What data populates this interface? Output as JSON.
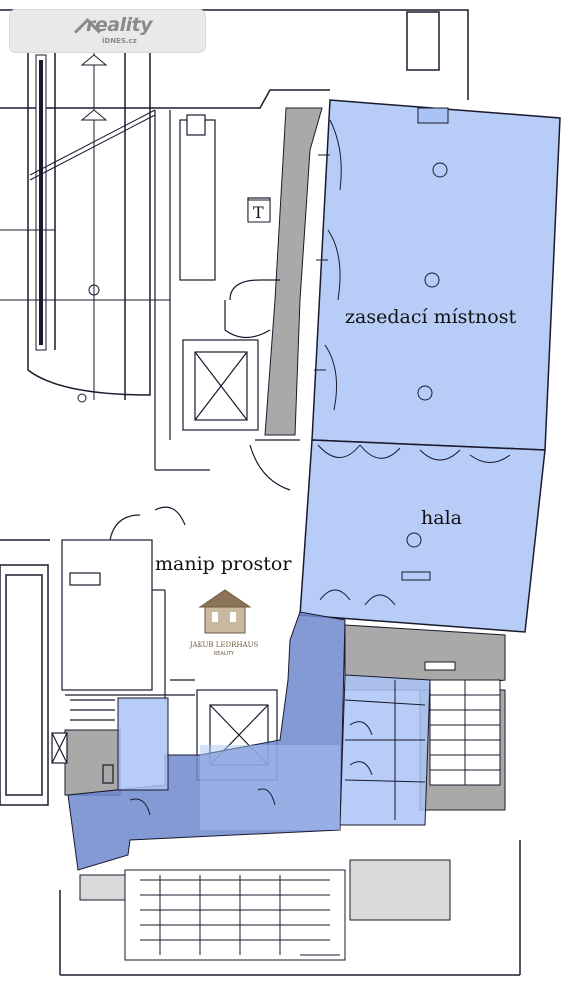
{
  "watermark": {
    "brand_text": "reality",
    "brand_sub": "iDNES.cz"
  },
  "agent_logo": {
    "name": "JAKUB LEDRHAUS",
    "sub": "REALITY"
  },
  "rooms": {
    "meeting_room": "zasedací místnost",
    "hall": "hala",
    "handling_space": "manip prostor",
    "lift_symbol": "T"
  },
  "colors": {
    "highlight_light": "#aac3f6",
    "highlight_dark": "#6e88cc",
    "wall_gray": "#a9a9a9",
    "line": "#1a1a2e"
  }
}
